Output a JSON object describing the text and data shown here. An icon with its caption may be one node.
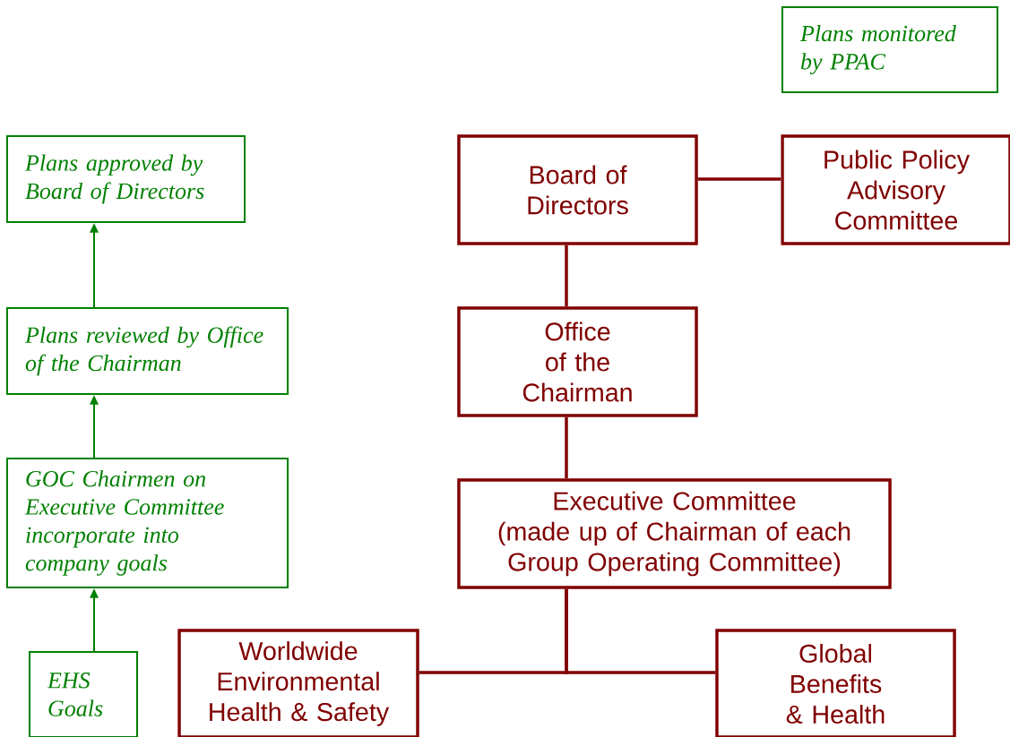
{
  "diagram": {
    "nodes": [
      {
        "text": [
          "Plans monitored by PPAC"
        ]
      },
      {
        "text": [
          "Plans approved by Board of Directors"
        ]
      },
      {
        "text": [
          "Board of Directors"
        ]
      },
      {
        "text": [
          "Public Policy Advisory Committee"
        ]
      },
      {
        "text": [
          "Plans reviewed by Office of the Chairman"
        ]
      },
      {
        "text": [
          "Office of the Chairman"
        ]
      },
      {
        "text": [
          "GOC Chairmen on Executive Committee incorporate into company goals"
        ]
      },
      {
        "text": [
          "Executive Committee",
          "(made up of Chairman of each Group Operating Committee)"
        ]
      },
      {
        "text": [
          "EHS Goals"
        ]
      },
      {
        "text": [
          "Worldwide Environmental Health & Safety"
        ]
      },
      {
        "text": [
          "Global Benefits & Health"
        ]
      }
    ],
    "edges": [
      {
        "from": 2,
        "to": 3,
        "arrow": "none"
      },
      {
        "from": 2,
        "to": 5,
        "arrow": "none"
      },
      {
        "from": 5,
        "to": 7,
        "arrow": "none"
      },
      {
        "from": 7,
        "to": 9,
        "arrow": "none"
      },
      {
        "from": 7,
        "to": 10,
        "arrow": "none"
      },
      {
        "from": 4,
        "to": 1,
        "arrow": "to",
        "color": "#008000"
      },
      {
        "from": 6,
        "to": 4,
        "arrow": "to",
        "color": "#008000"
      },
      {
        "from": 8,
        "to": 6,
        "arrow": "to",
        "color": "#008000"
      }
    ]
  }
}
